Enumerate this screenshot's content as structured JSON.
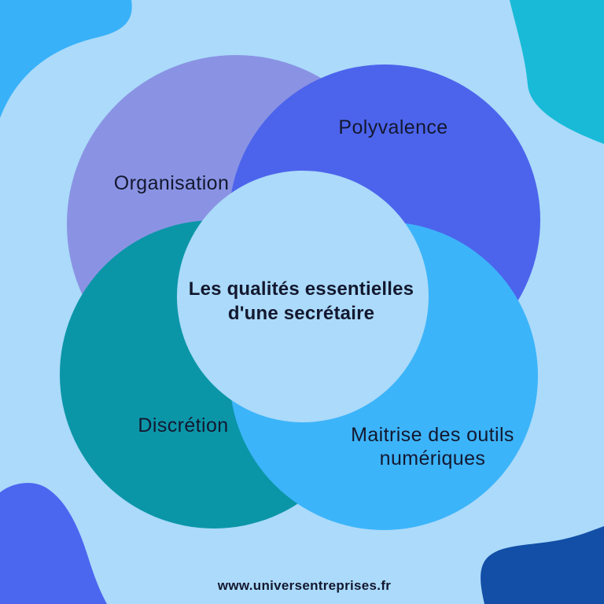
{
  "title": {
    "line1": "Les qualités essentielles",
    "line2": "d'une secrétaire"
  },
  "labels": {
    "organisation": "Organisation",
    "polyvalence": "Polyvalence",
    "discretion": "Discrétion",
    "maitrise": "Maitrise des outils numériques"
  },
  "footer": {
    "website": "www.universentreprises.fr"
  },
  "colors": {
    "bg": "#ABDAFA",
    "center-circle": "#ABDAFA",
    "blob-sky": "#38B1F9",
    "blob-teal": "#18BAD7",
    "blob-royal": "#4B67F0",
    "blob-navy": "#134FA7",
    "circle-periwinkle": "#8A93E3",
    "circle-royal": "#4C64EC",
    "circle-teal": "#0B96A8",
    "circle-sky": "#3CB4FA",
    "text": "#13182F"
  }
}
